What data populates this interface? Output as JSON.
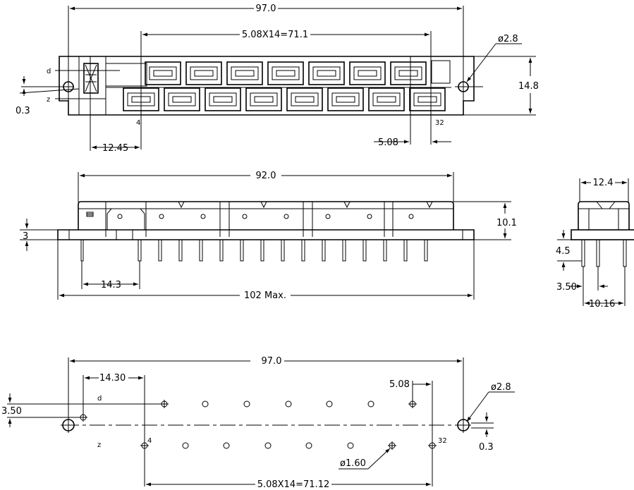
{
  "top_view": {
    "dim_overall": "97.0",
    "dim_pitch_total": "5.08X14=71.1",
    "dim_hole": "ø2.8",
    "dim_height": "14.8",
    "dim_offset": "0.3",
    "dim_first": "12.45",
    "dim_pitch": "5.08",
    "row_d": "d",
    "row_z": "z",
    "pin_first": "4",
    "pin_last": "32"
  },
  "side_view": {
    "dim_body": "92.0",
    "dim_height": "10.1",
    "dim_flange": "3",
    "dim_first_pin": "14.3",
    "dim_max": "102 Max."
  },
  "end_view": {
    "dim_width": "12.4",
    "dim_pin_len": "4.5",
    "dim_row1": "3.50",
    "dim_row2": "10.16"
  },
  "pcb_view": {
    "dim_overall": "97.0",
    "dim_first": "14.30",
    "dim_pitch": "5.08",
    "dim_hole": "ø2.8",
    "dim_row": "3.50",
    "dim_offset": "0.3",
    "dim_drill": "ø1.60",
    "dim_pitch_total": "5.08X14=71.12",
    "row_d": "d",
    "row_z": "z",
    "pin_first": "4",
    "pin_last": "32"
  }
}
